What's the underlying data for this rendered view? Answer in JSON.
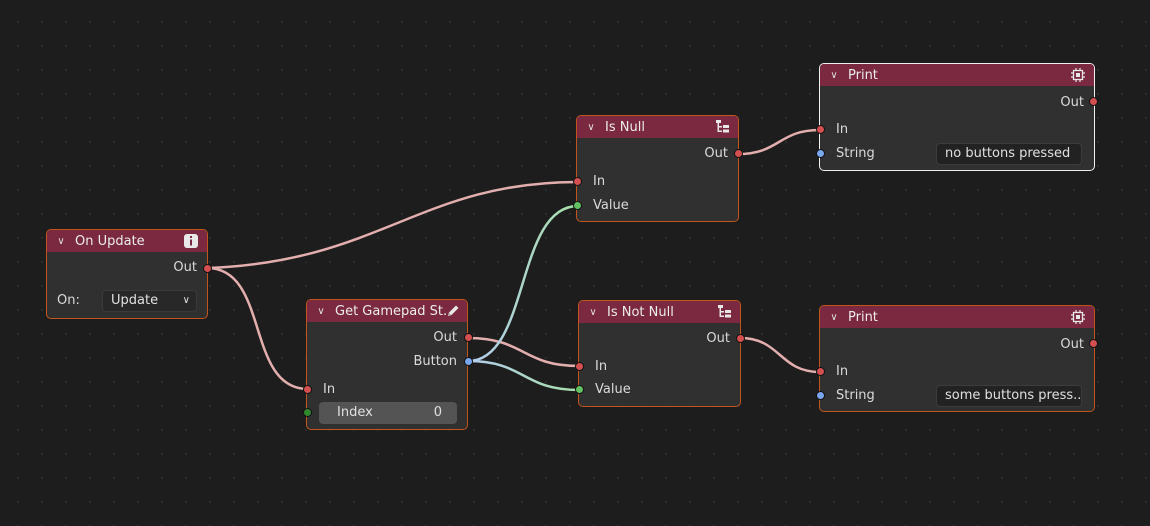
{
  "nodes": {
    "on_update": {
      "title": "On Update",
      "out_label": "Out",
      "on_label": "On:",
      "on_value": "Update"
    },
    "get_gamepad": {
      "title": "Get Gamepad St...",
      "out_label": "Out",
      "button_label": "Button",
      "in_label": "In",
      "index_label": "Index",
      "index_value": "0"
    },
    "is_null": {
      "title": "Is Null",
      "out_label": "Out",
      "in_label": "In",
      "value_label": "Value"
    },
    "is_not_null": {
      "title": "Is Not Null",
      "out_label": "Out",
      "in_label": "In",
      "value_label": "Value"
    },
    "print_1": {
      "title": "Print",
      "out_label": "Out",
      "in_label": "In",
      "string_label": "String",
      "string_value": "no buttons pressed"
    },
    "print_2": {
      "title": "Print",
      "out_label": "Out",
      "in_label": "In",
      "string_label": "String",
      "string_value": "some buttons press..."
    }
  },
  "icons": {
    "on_update": "info-icon",
    "get_gamepad": "pencil-icon",
    "is_null": "hierarchy-icon",
    "is_not_null": "hierarchy-icon",
    "print": "chip-icon",
    "collapse": "chevron-down-icon"
  },
  "colors": {
    "background": "#1d1d1d",
    "node_body": "#303030",
    "node_header": "#7a2940",
    "node_border": "#c2551b",
    "selected_border": "#f0f0f0",
    "socket_exec": "#d45050",
    "socket_data": "#7aa6ee",
    "socket_bool": "#63c163"
  }
}
